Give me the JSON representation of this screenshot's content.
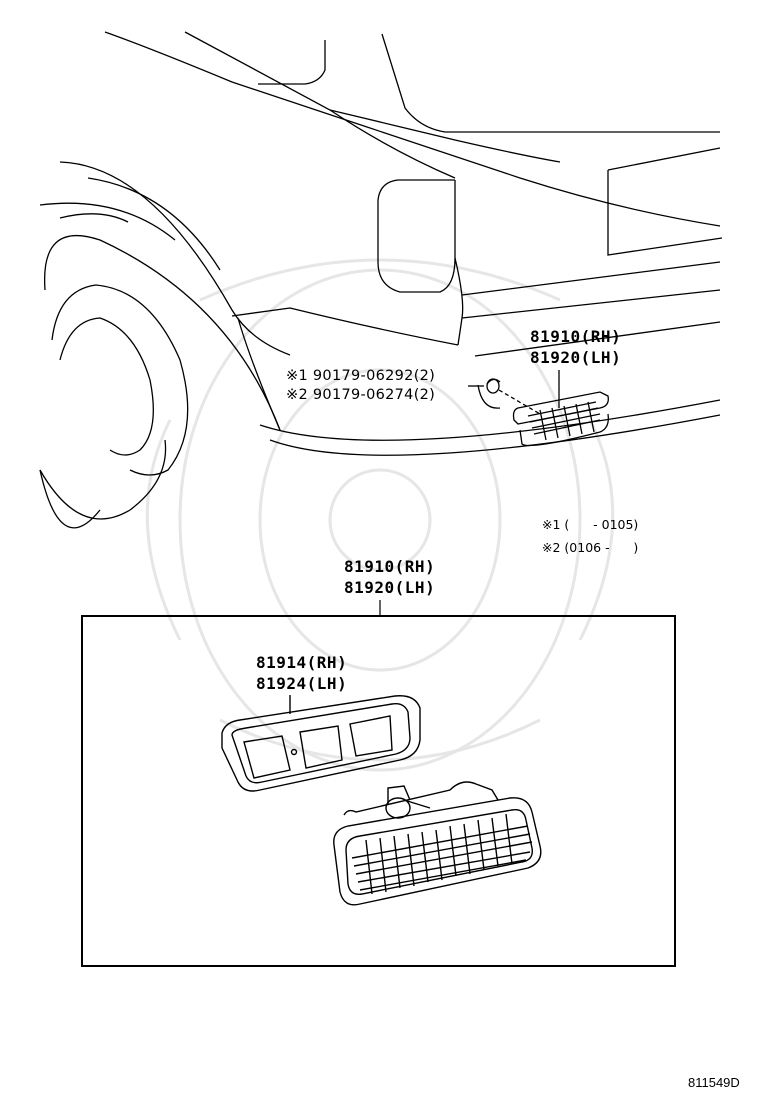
{
  "main_part": {
    "rh": "81910(RH)",
    "lh": "81920(LH)"
  },
  "box_part": {
    "rh": "81910(RH)",
    "lh": "81920(LH)"
  },
  "sub_part": {
    "rh": "81914(RH)",
    "lh": "81924(LH)"
  },
  "fasteners": [
    {
      "mark": "※1",
      "number": "90179-06292",
      "qty": "(2)"
    },
    {
      "mark": "※2",
      "number": "90179-06274",
      "qty": "(2)"
    }
  ],
  "notes": [
    {
      "mark": "※1",
      "range": "(      - 0105)"
    },
    {
      "mark": "※2",
      "range": "(0106 -      )"
    }
  ],
  "diagram_code": "811549D",
  "colors": {
    "line": "#000000",
    "watermark": "#e6e6e6"
  }
}
